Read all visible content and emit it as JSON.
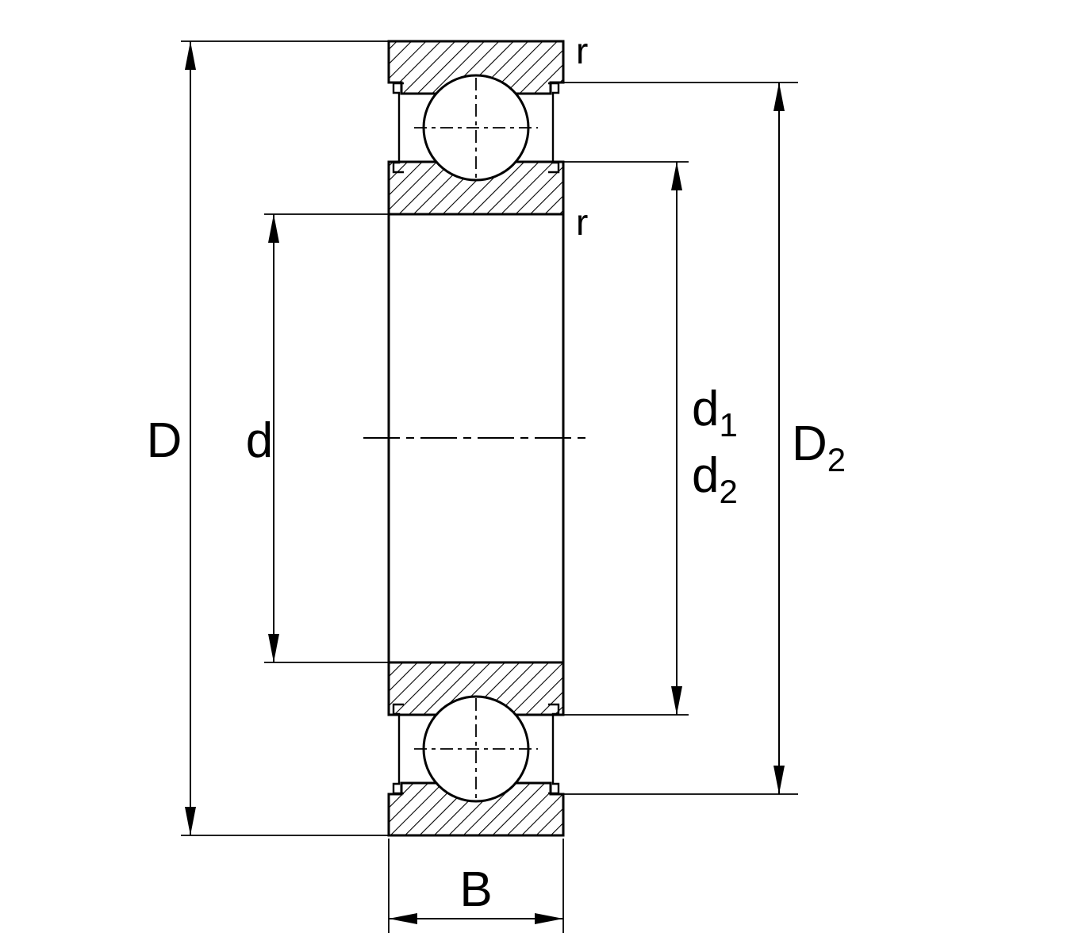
{
  "figure": {
    "name": "deep-groove-ball-bearing-cross-section",
    "background_color": "#ffffff",
    "line_color": "#000000"
  },
  "labels": {
    "outer_diameter": "D",
    "bore_diameter": "d",
    "inner_shoulder": {
      "base": "d",
      "sub": "1"
    },
    "seal_land": {
      "base": "d",
      "sub": "2"
    },
    "outer_shoulder": {
      "base": "D",
      "sub": "2"
    },
    "width": "B",
    "chamfer_top": "r",
    "chamfer_inner": "r"
  }
}
